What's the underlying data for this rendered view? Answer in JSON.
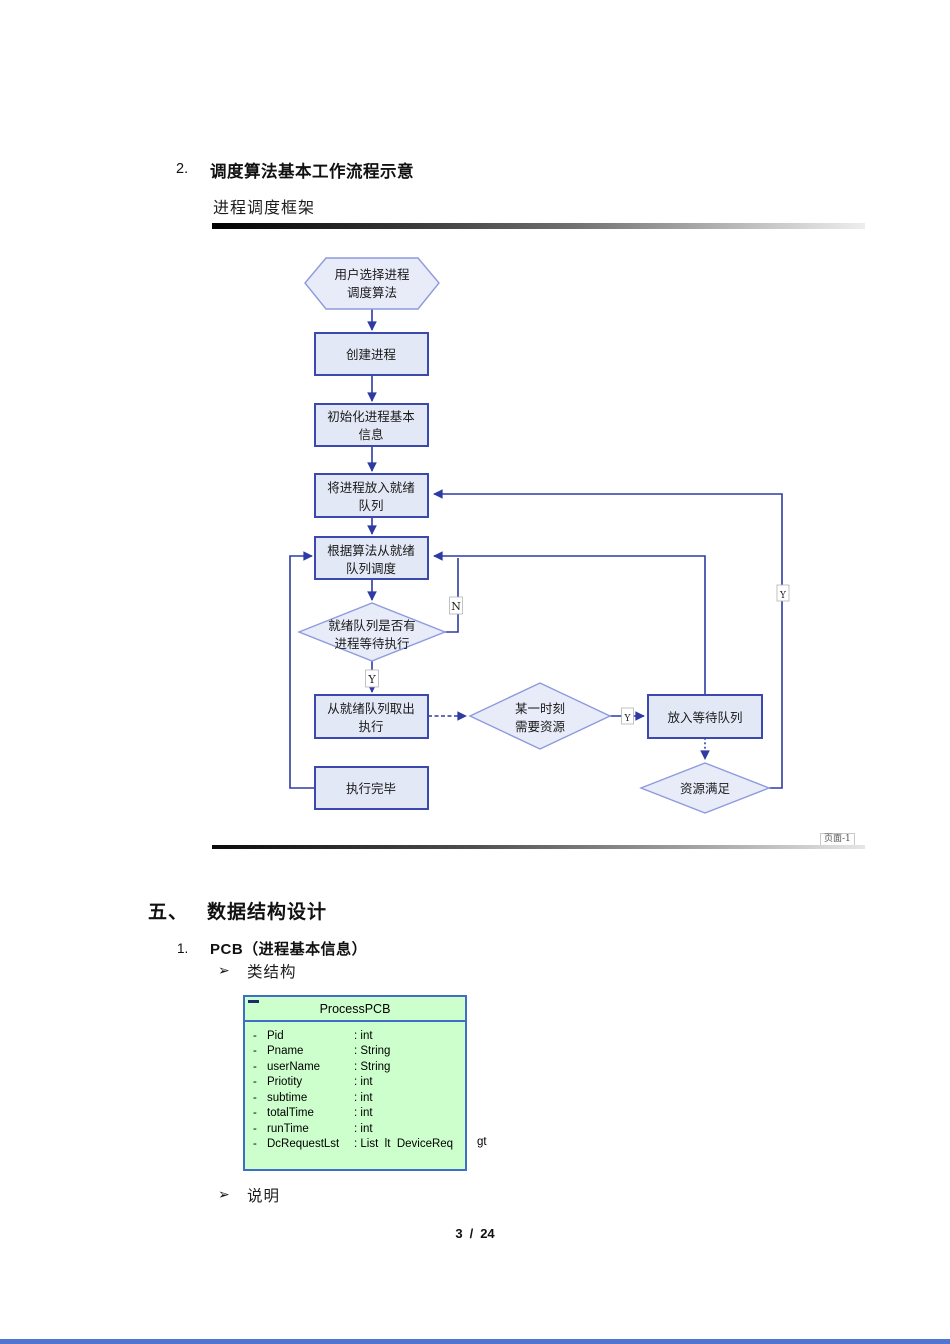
{
  "section2": {
    "number": "2.",
    "title": "调度算法基本工作流程示意"
  },
  "frame": {
    "title": "进程调度框架",
    "page_tab": "页面-1"
  },
  "flowchart": {
    "nodes": {
      "select": {
        "l1": "用户选择进程",
        "l2": "调度算法"
      },
      "create": {
        "l1": "创建进程"
      },
      "init": {
        "l1": "初始化进程基本",
        "l2": "信息"
      },
      "enqueue": {
        "l1": "将进程放入就绪",
        "l2": "队列"
      },
      "schedule": {
        "l1": "根据算法从就绪",
        "l2": "队列调度"
      },
      "has_ready": {
        "l1": "就绪队列是否有",
        "l2": "进程等待执行"
      },
      "execute": {
        "l1": "从就绪队列取出",
        "l2": "执行"
      },
      "need_res": {
        "l1": "某一时刻",
        "l2": "需要资源"
      },
      "wait_queue": {
        "l1": "放入等待队列"
      },
      "res_ok": {
        "l1": "资源满足"
      },
      "done": {
        "l1": "执行完毕"
      }
    },
    "labels": {
      "no": "N",
      "yes_exec": "Y",
      "yes_need": "Y",
      "yes_res": "Y"
    },
    "colors": {
      "process_fill": "#e3e8f6",
      "process_border": "#3b49ae",
      "decision_fill": "#e8ecf9",
      "decision_border": "#8e9add",
      "connector": "#2d3ba3"
    }
  },
  "section5": {
    "number": "五、",
    "title": "数据结构设计"
  },
  "item1": {
    "number": "1.",
    "title": "PCB（进程基本信息）"
  },
  "bullets": {
    "class_structure": {
      "marker": "➢",
      "label": "类结构"
    },
    "note": {
      "marker": "➢",
      "label": "说明"
    }
  },
  "class_diagram": {
    "title": "ProcessPCB",
    "fill": "#ccffcc",
    "border": "#3f6fc4",
    "fields": [
      {
        "dash": "-",
        "name": "Pid",
        "type": ": int"
      },
      {
        "dash": "-",
        "name": "Pname",
        "type": ": String"
      },
      {
        "dash": "-",
        "name": "userName",
        "type": ": String"
      },
      {
        "dash": "-",
        "name": "Priotity",
        "type": ": int"
      },
      {
        "dash": "-",
        "name": "subtime",
        "type": ": int"
      },
      {
        "dash": "-",
        "name": "totalTime",
        "type": ": int"
      },
      {
        "dash": "-",
        "name": "runTime",
        "type": ": int"
      },
      {
        "dash": "-",
        "name": "DcRequestLst",
        "type": ": List  lt  DeviceReq"
      }
    ],
    "overflow": "gt"
  },
  "footer": {
    "current": "3",
    "sep": "/",
    "total": "24"
  }
}
